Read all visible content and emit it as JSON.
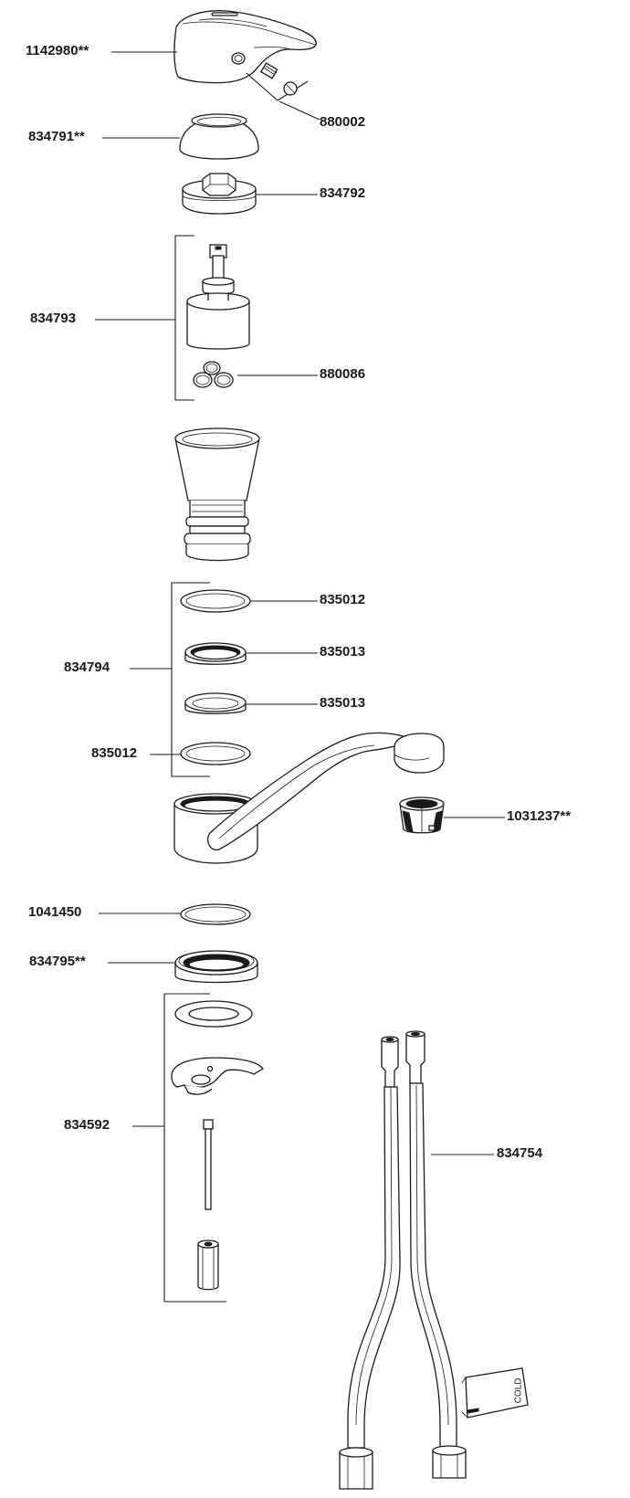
{
  "diagram": {
    "labels": {
      "handle": "1142980**",
      "set_screw": "880002",
      "dome_cap": "834791**",
      "bonnet_nut": "834792",
      "cartridge_assembly": "834793",
      "cartridge_oring": "880086",
      "ring_set": "834794",
      "ring_top": "835012",
      "ring_second": "835013",
      "ring_third": "835013",
      "ring_bottom": "835012",
      "aerator": "1031237**",
      "base_oring": "1041450",
      "escutcheon": "834795**",
      "mounting_kit": "834592",
      "supply_lines": "834754"
    },
    "tag_text": "COLD"
  }
}
